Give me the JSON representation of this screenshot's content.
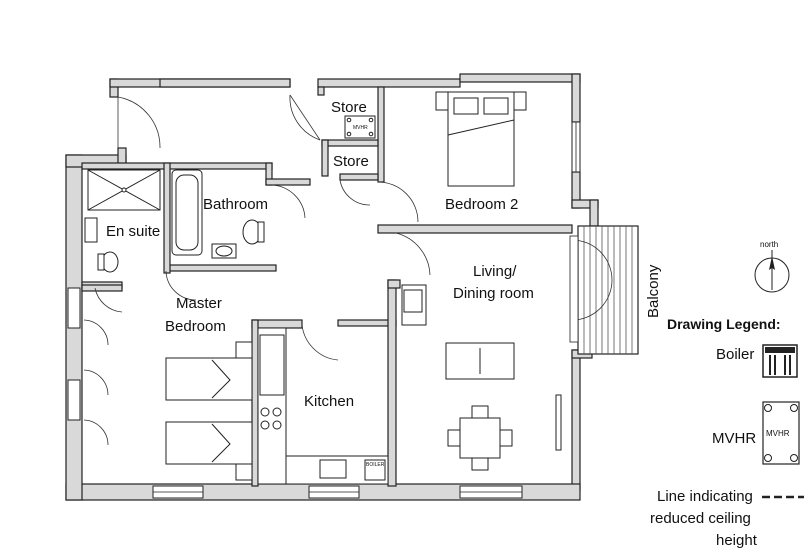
{
  "rooms": {
    "store_top": "Store",
    "store_mid": "Store",
    "bathroom": "Bathroom",
    "bedroom2": "Bedroom 2",
    "en_suite": "En suite",
    "living_line1": "Living/",
    "living_line2": "Dining room",
    "master_line1": "Master",
    "master_line2": "Bedroom",
    "kitchen": "Kitchen",
    "balcony": "Balcony"
  },
  "fixtures": {
    "mvhr_tag": "MVHR",
    "boiler_tag": "BOILER"
  },
  "compass": {
    "label": "north"
  },
  "legend": {
    "title": "Drawing Legend:",
    "boiler": "Boiler",
    "mvhr": "MVHR",
    "mvhr_symbol_text": "MVHR",
    "ceiling_line1": "Line indicating",
    "ceiling_line2": "reduced ceiling",
    "ceiling_line3": "height"
  }
}
